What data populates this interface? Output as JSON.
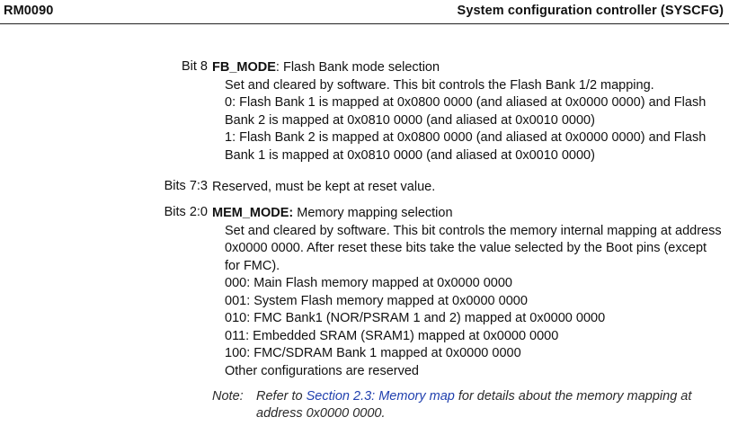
{
  "header": {
    "doc_id": "RM0090",
    "title": "System configuration controller (SYSCFG)"
  },
  "fields": [
    {
      "bits": "Bit 8",
      "name": "FB_MODE",
      "name_suffix": ": Flash Bank mode selection",
      "description": [
        "Set and cleared by software. This bit controls the Flash Bank 1/2 mapping.",
        "0: Flash Bank 1 is mapped at 0x0800 0000 (and aliased at 0x0000 0000) and Flash Bank 2 is mapped at 0x0810 0000 (and aliased at 0x0010 0000)",
        "1: Flash Bank 2 is mapped at 0x0800 0000 (and aliased at 0x0000 0000) and Flash Bank 1 is mapped at 0x0810 0000 (and aliased at 0x0010 0000)"
      ]
    },
    {
      "bits": "Bits 7:3",
      "text": "Reserved, must be kept at reset value."
    },
    {
      "bits": "Bits 2:0",
      "name": "MEM_MODE:",
      "name_suffix": " Memory mapping selection",
      "description": [
        "Set and cleared by software. This bit controls the memory internal mapping at address 0x0000 0000. After reset these bits take the value selected by the Boot pins (except for FMC).",
        "000: Main Flash memory mapped at 0x0000 0000",
        "001: System Flash memory mapped at 0x0000 0000",
        "010: FMC Bank1 (NOR/PSRAM 1 and 2) mapped at 0x0000 0000",
        "011: Embedded SRAM (SRAM1) mapped at 0x0000 0000",
        "100: FMC/SDRAM Bank 1 mapped at 0x0000 0000",
        "Other configurations are reserved"
      ]
    }
  ],
  "note": {
    "label": "Note:",
    "text_before": "Refer to ",
    "link": "Section 2.3: Memory map",
    "text_after": " for details about the memory mapping at address 0x0000 0000."
  }
}
